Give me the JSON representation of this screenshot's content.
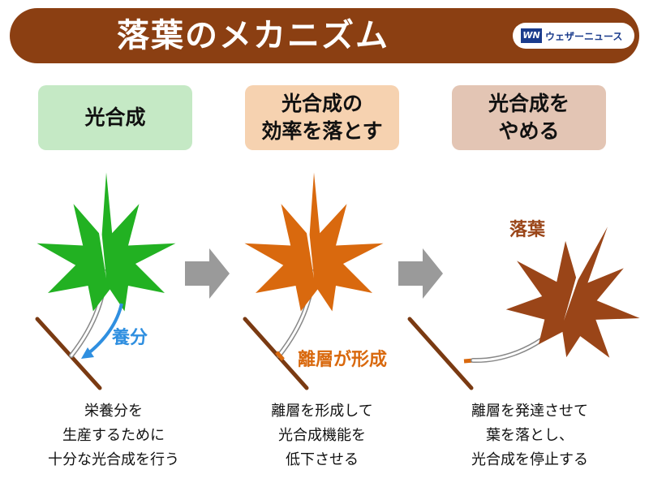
{
  "title": "落葉のメカニズム",
  "brand": {
    "logo": "WN",
    "name": "ウェザーニュース"
  },
  "stages": [
    {
      "label": "光合成",
      "caption": "栄養分を\n生産するために\n十分な光合成を行う",
      "leaf_color": "#22b122",
      "box_color": "#c5e9c5"
    },
    {
      "label": "光合成の\n効率を落とす",
      "caption": "離層を形成して\n光合成機能を\n低下させる",
      "leaf_color": "#d9690e",
      "box_color": "#f6d2b0"
    },
    {
      "label": "光合成を\nやめる",
      "caption": "離層を発達させて\n葉を落とし、\n光合成を停止する",
      "leaf_color": "#9a4518",
      "box_color": "#e3c5b4"
    }
  ],
  "annotations": {
    "nutrient": "養分",
    "abscission": "離層が形成",
    "leaf_fall": "落葉"
  },
  "colors": {
    "title_bar": "#8b3f12",
    "branch": "#7a3a12",
    "arrow": "#9a9a9a",
    "nutrient_arrow": "#2f8fe0"
  }
}
